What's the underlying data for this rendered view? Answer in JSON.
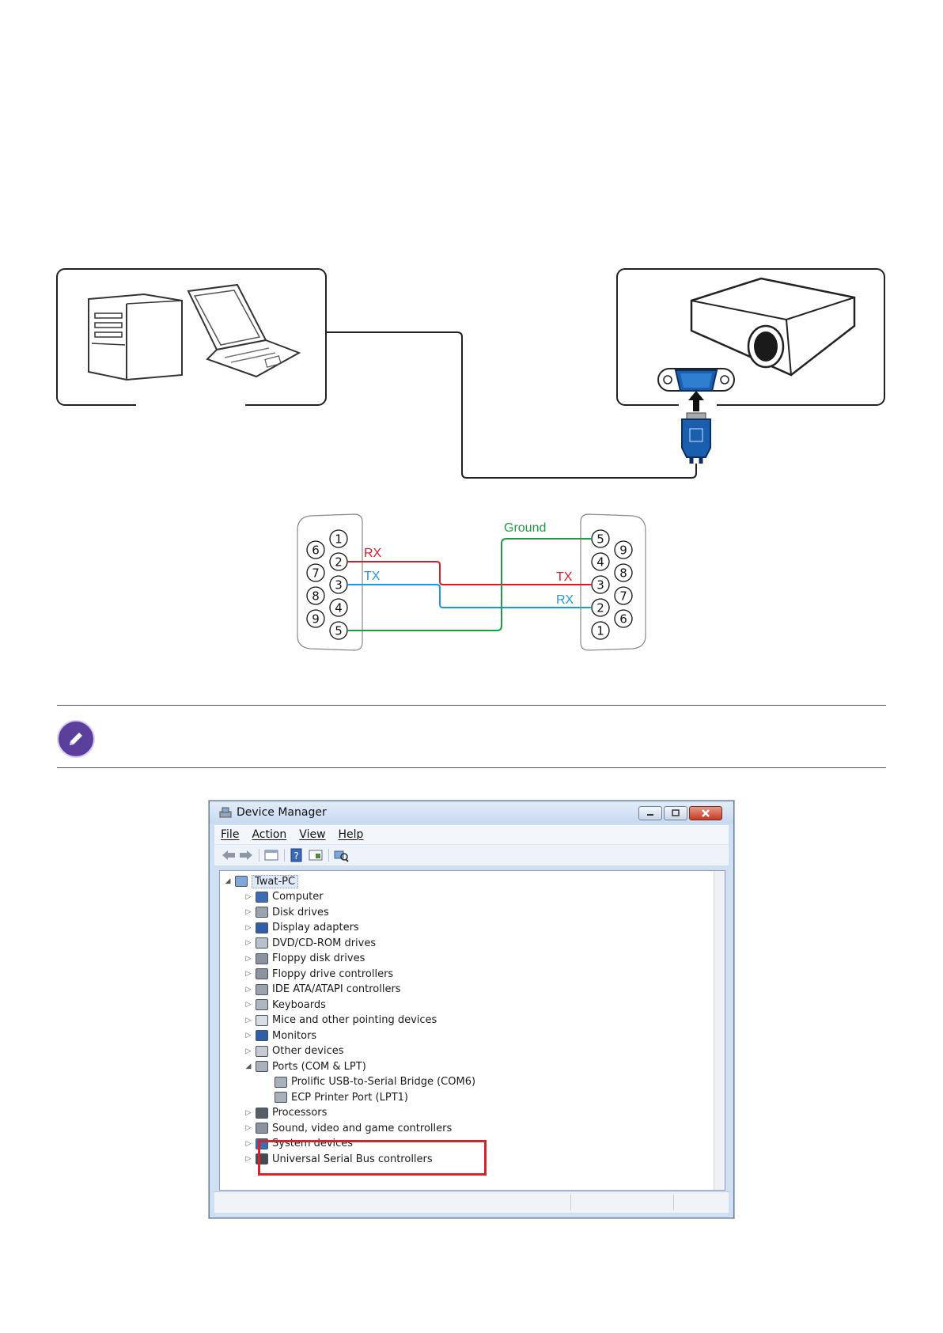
{
  "wiring": {
    "left_pins_inner": [
      "1",
      "2",
      "3",
      "4",
      "5"
    ],
    "left_pins_outer": [
      "6",
      "7",
      "8",
      "9"
    ],
    "right_pins_inner": [
      "5",
      "4",
      "3",
      "2",
      "1"
    ],
    "right_pins_outer": [
      "9",
      "8",
      "7",
      "6"
    ],
    "labels": {
      "rx_left": "RX",
      "tx_left": "TX",
      "ground": "Ground",
      "tx_right": "TX",
      "rx_right": "RX"
    },
    "colors": {
      "rx": "#d7192a",
      "tx": "#1b9ad7",
      "ground": "#1e9a45"
    }
  },
  "icons": {
    "note": "pencil-icon",
    "vga": "vga-port-icon",
    "computer": "desktop-tower-icon",
    "laptop": "laptop-icon",
    "projector": "projector-icon"
  },
  "device_manager": {
    "title": "Device Manager",
    "menu": [
      "File",
      "Action",
      "View",
      "Help"
    ],
    "root": "Twat-PC",
    "categories": [
      {
        "label": "Computer",
        "icon": "computer-icon"
      },
      {
        "label": "Disk drives",
        "icon": "disk-icon"
      },
      {
        "label": "Display adapters",
        "icon": "display-icon"
      },
      {
        "label": "DVD/CD-ROM drives",
        "icon": "dvd-icon"
      },
      {
        "label": "Floppy disk drives",
        "icon": "floppy-icon"
      },
      {
        "label": "Floppy drive controllers",
        "icon": "floppy-controller-icon"
      },
      {
        "label": "IDE ATA/ATAPI controllers",
        "icon": "ide-icon"
      },
      {
        "label": "Keyboards",
        "icon": "keyboard-icon"
      },
      {
        "label": "Mice and other pointing devices",
        "icon": "mouse-icon"
      },
      {
        "label": "Monitors",
        "icon": "monitor-icon"
      },
      {
        "label": "Other devices",
        "icon": "unknown-device-icon"
      },
      {
        "label": "Ports (COM & LPT)",
        "icon": "port-icon"
      }
    ],
    "ports_children": [
      {
        "label": "Prolific USB-to-Serial Bridge (COM6)",
        "icon": "serial-port-icon"
      },
      {
        "label": "ECP Printer Port (LPT1)",
        "icon": "printer-port-icon"
      }
    ],
    "categories_after": [
      {
        "label": "Processors",
        "icon": "processor-icon"
      },
      {
        "label": "Sound, video and game controllers",
        "icon": "sound-icon"
      },
      {
        "label": "System devices",
        "icon": "system-icon"
      },
      {
        "label": "Universal Serial Bus controllers",
        "icon": "usb-icon"
      }
    ],
    "highlight_color": "#d3242b"
  }
}
